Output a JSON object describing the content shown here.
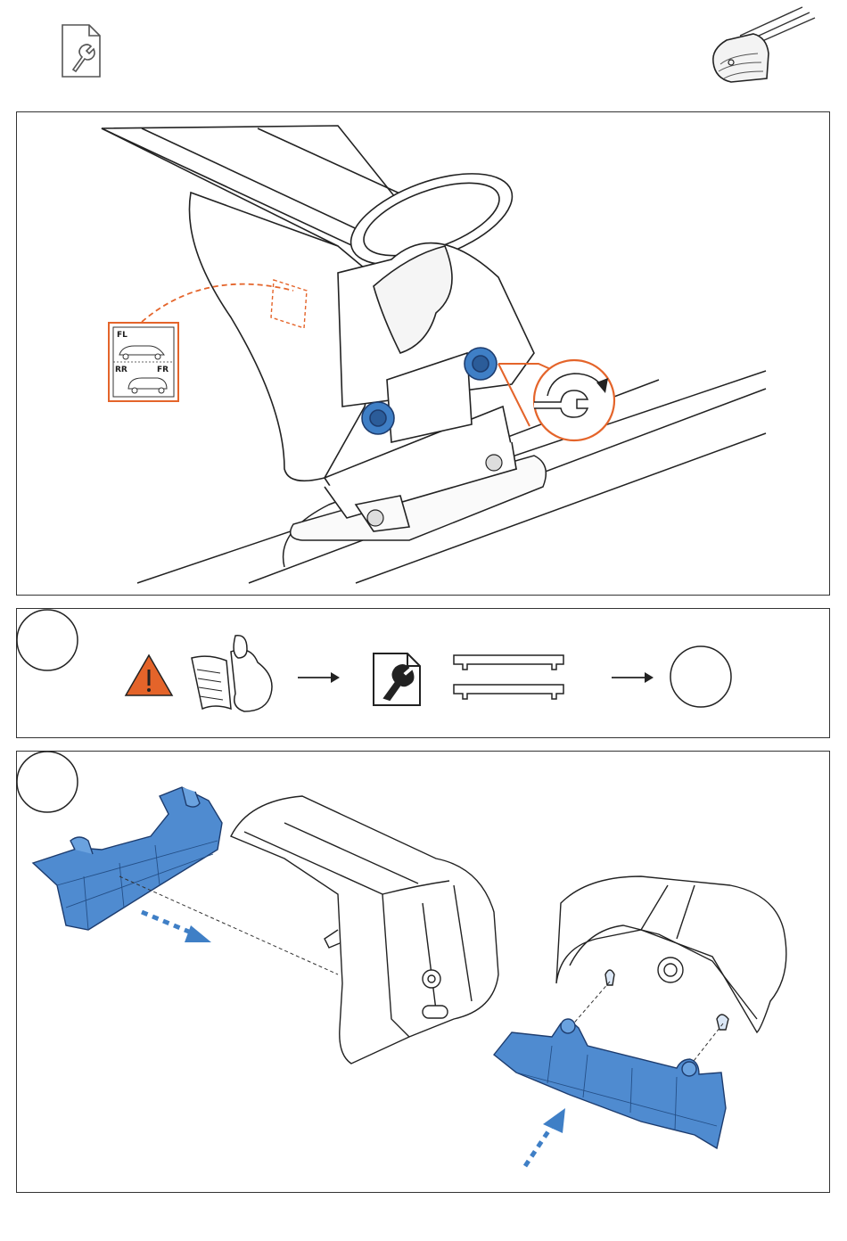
{
  "header": {
    "manual_icon": "wrench-document-icon",
    "product_icon": "roof-rack-foot-icon"
  },
  "step_top": {
    "position_label": {
      "front_left": "FL",
      "rear_right": "RR",
      "front_right": "FR"
    },
    "tighten_icon": "wrench-rotate-icon"
  },
  "step_a": {
    "icons": [
      "warning-icon",
      "read-manual-icon",
      "arrow-right-icon",
      "wrench-document-icon",
      "rail-pads-icon",
      "arrow-right-icon",
      "next-step-circle-icon"
    ],
    "colors": {
      "warning": "#e4642a",
      "accent_blue": "#3f7fc6"
    }
  },
  "step_b": {
    "icons": [
      "end-cap-icon",
      "foot-housing-icon",
      "dotted-arrow-icon"
    ]
  }
}
